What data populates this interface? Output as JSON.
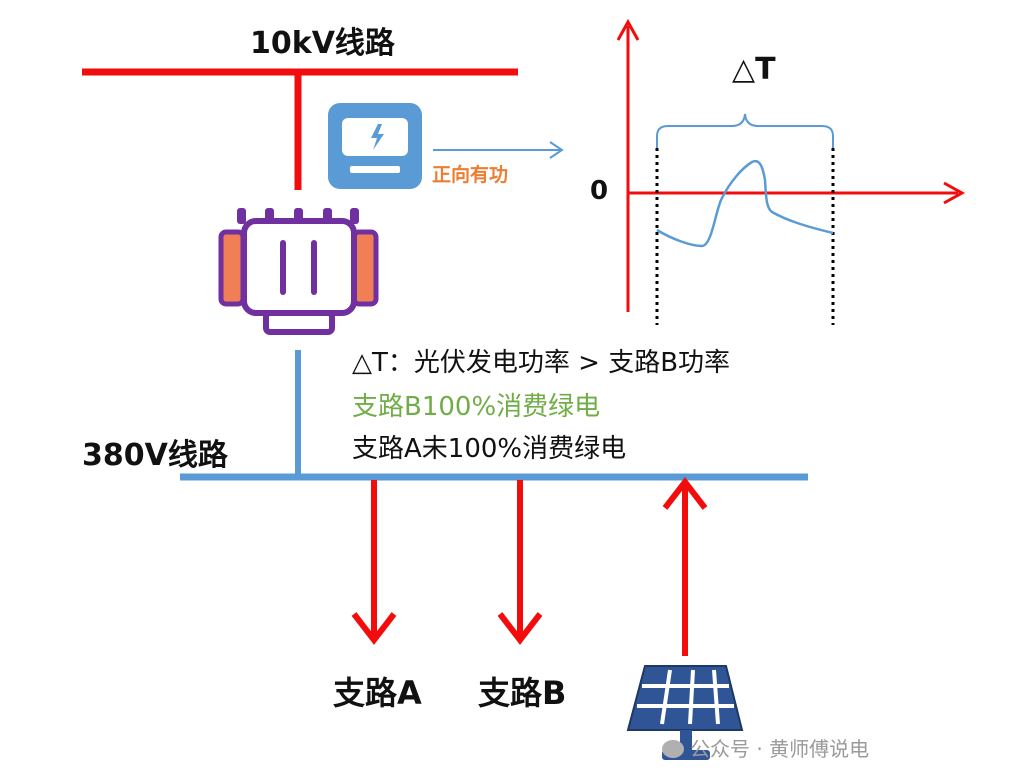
{
  "labels": {
    "line_10kv": "10kV线路",
    "line_380v": "380V线路",
    "forward_active": "正向有功",
    "zero": "0",
    "delta_t": "△T",
    "branch_a": "支路A",
    "branch_b": "支路B"
  },
  "notes": [
    "△T：光伏发电功率 > 支路B功率",
    "支路B100%消费绿电",
    "支路A未100%消费绿电"
  ],
  "watermark": "公众号 · 黄师傅说电",
  "colors": {
    "red": "#f20c0c",
    "blue": "#5b9bd5",
    "meter_blue": "#5b9bd5",
    "transformer_purple": "#7030a0",
    "transformer_orange": "#f07f56",
    "green_text": "#70ad47",
    "orange_text": "#ed7d31",
    "panel_navy": "#2f5597"
  },
  "icons": [
    "electricity-meter-icon",
    "transformer-icon",
    "solar-panel-icon"
  ]
}
